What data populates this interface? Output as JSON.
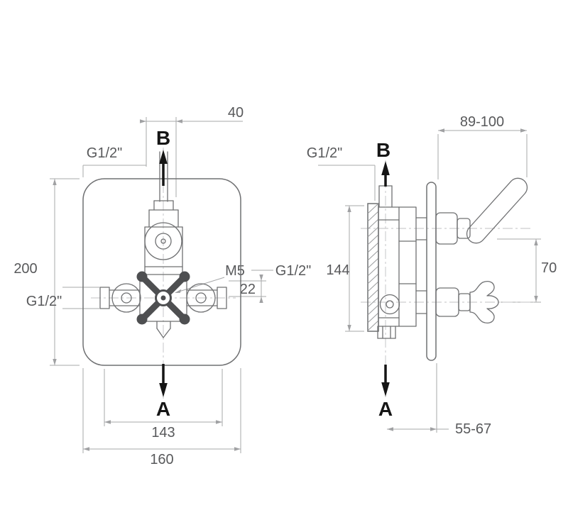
{
  "front_view": {
    "labels": {
      "dim_top_offset": "40",
      "outlet_top": "B",
      "thread_top": "G1/2\"",
      "dim_height": "200",
      "thread_left_inlet": "G1/2\"",
      "screw_thread": "M5",
      "thread_outlet": "G1/2\"",
      "dim_offset": "22",
      "outlet_bottom": "A",
      "dim_ports_width": "143",
      "dim_plate_width": "160"
    }
  },
  "side_view": {
    "labels": {
      "dim_projection_range": "89-100",
      "thread_top": "G1/2\"",
      "outlet_top": "B",
      "dim_height": "144",
      "dim_handle_spacing": "70",
      "outlet_bottom": "A",
      "dim_recess_range": "55-67"
    }
  },
  "colors": {
    "background": "#ffffff",
    "drawing_line": "#6f7072",
    "dimension_line": "#a7a8aa",
    "dimension_text": "#58595b",
    "port_label": "#151515",
    "handle_fill": "#4e4f51"
  }
}
